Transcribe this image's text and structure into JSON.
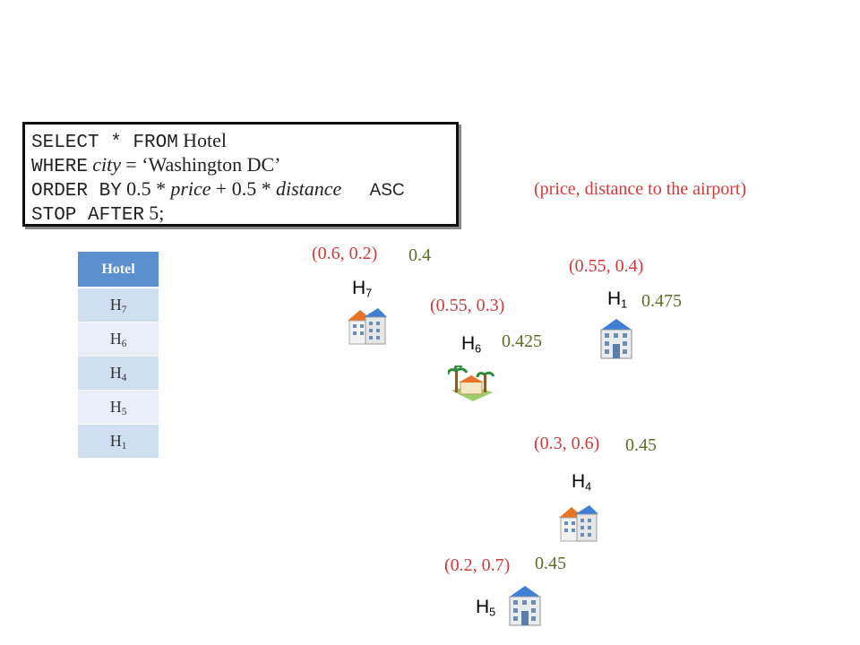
{
  "query": {
    "line1_kw": "SELECT * FROM",
    "line1_tx": "Hotel",
    "line2_kw": "WHERE",
    "line2_var": "city",
    "line2_tx": "= ‘Washington DC’",
    "line3_kw": "ORDER BY",
    "line3_a": "0.5 *",
    "line3_var1": "price",
    "line3_b": "+ 0.5 *",
    "line3_var2": "distance",
    "line3_asc": "ASC",
    "line4_kw": "STOP AFTER",
    "line4_tx": "5;"
  },
  "caption": "(price, distance to the airport)",
  "table": {
    "header": "Hotel",
    "rows": [
      {
        "letter": "H",
        "sub": "7"
      },
      {
        "letter": "H",
        "sub": "6"
      },
      {
        "letter": "H",
        "sub": "4"
      },
      {
        "letter": "H",
        "sub": "5"
      },
      {
        "letter": "H",
        "sub": "1"
      }
    ]
  },
  "hotels": [
    {
      "letter": "H",
      "sub": "7",
      "coords": "(0.6, 0.2)",
      "score": "0.4"
    },
    {
      "letter": "H",
      "sub": "1",
      "coords": "(0.55, 0.4)",
      "score": "0.475"
    },
    {
      "letter": "H",
      "sub": "6",
      "coords": "(0.55, 0.3)",
      "score": "0.425"
    },
    {
      "letter": "H",
      "sub": "4",
      "coords": "(0.3, 0.6)",
      "score": "0.45"
    },
    {
      "letter": "H",
      "sub": "5",
      "coords": "(0.2, 0.7)",
      "score": "0.45"
    }
  ],
  "colors": {
    "coords": "#d13a3a",
    "score": "#5a6e2a",
    "table_header": "#5b8fcf"
  },
  "icons": {
    "hotel_a": "hotel-building-icon",
    "hotel_b": "office-building-icon",
    "resort": "resort-palm-icon"
  }
}
